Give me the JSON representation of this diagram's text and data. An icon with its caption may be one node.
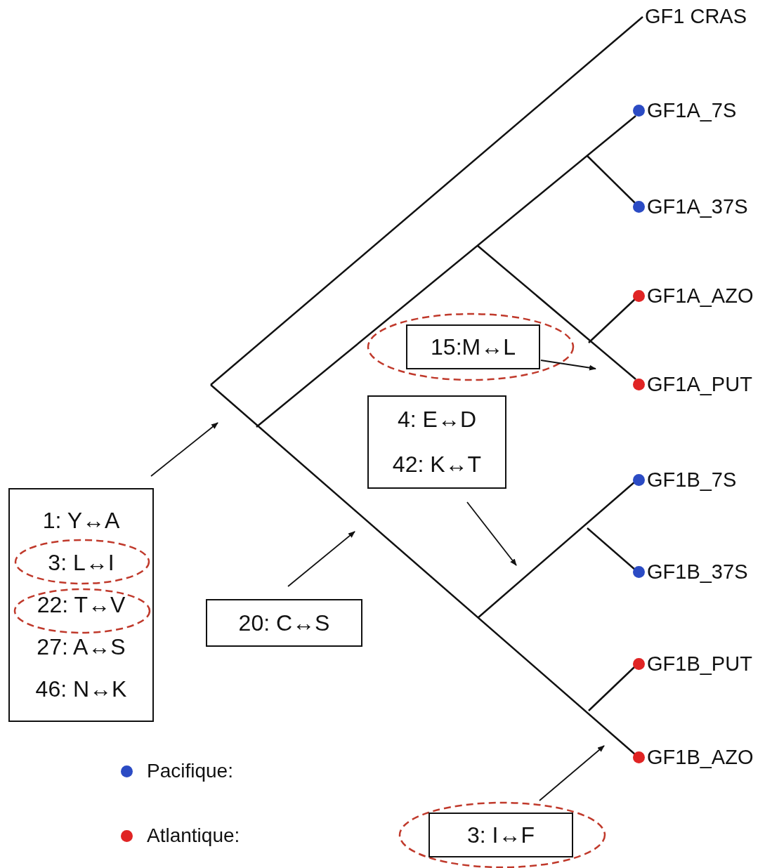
{
  "diagram": {
    "nodes": [
      {
        "text": [
          "GF1 CRAS"
        ]
      },
      {
        "text": [
          "GF1A_7S"
        ]
      },
      {
        "text": [
          "GF1A_37S"
        ]
      },
      {
        "text": [
          "GF1A_AZO"
        ]
      },
      {
        "text": [
          "GF1A_PUT"
        ]
      },
      {
        "text": [
          "GF1B_7S"
        ]
      },
      {
        "text": [
          "GF1B_37S"
        ]
      },
      {
        "text": [
          "GF1B_PUT"
        ]
      },
      {
        "text": [
          "GF1B_AZO"
        ]
      },
      {
        "text": [
          "15:M↔L"
        ]
      },
      {
        "text": [
          "4: E↔D",
          "42: K↔T"
        ]
      },
      {
        "text": [
          "1: Y↔A",
          "3: L↔I",
          "22: T↔V",
          "27: A↔S",
          "46: N↔K"
        ]
      },
      {
        "text": [
          "20: C↔S"
        ]
      },
      {
        "text": [
          "3: I↔F"
        ]
      }
    ],
    "edges": [
      {
        "from": 9,
        "to": null,
        "arrow": "to"
      },
      {
        "from": 10,
        "to": null,
        "arrow": "to"
      },
      {
        "from": 11,
        "to": null,
        "arrow": "to"
      },
      {
        "from": 12,
        "to": null,
        "arrow": "to"
      },
      {
        "from": 13,
        "to": null,
        "arrow": "to"
      }
    ],
    "legend": [
      {
        "text": "Pacifique:",
        "color": "#2b4bc4"
      },
      {
        "text": "Atlantique:",
        "color": "#e02424"
      }
    ]
  }
}
